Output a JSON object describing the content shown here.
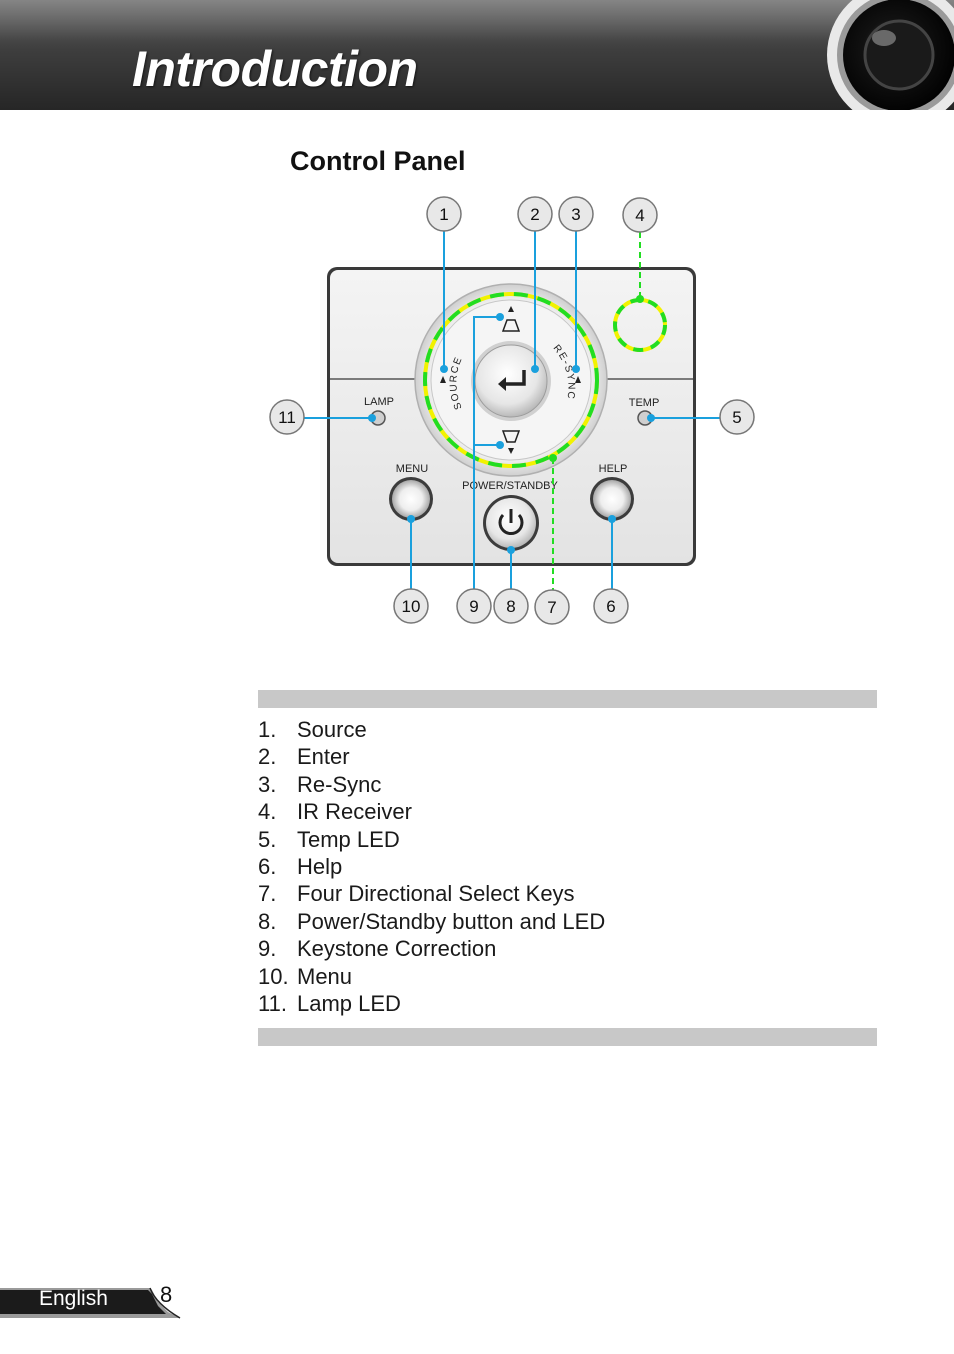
{
  "header": {
    "title": "Introduction"
  },
  "section": {
    "title": "Control Panel"
  },
  "panel": {
    "labels": {
      "lamp": "LAMP",
      "temp": "TEMP",
      "menu": "MENU",
      "help": "HELP",
      "power": "POWER/STANDBY",
      "source": "SOURCE",
      "resync": "RE-SYNC"
    },
    "callouts": [
      "1",
      "2",
      "3",
      "4",
      "5",
      "6",
      "7",
      "8",
      "9",
      "10",
      "11"
    ]
  },
  "legend": {
    "items": [
      {
        "num": "1.",
        "text": "Source"
      },
      {
        "num": "2.",
        "text": "Enter"
      },
      {
        "num": "3.",
        "text": "Re-Sync"
      },
      {
        "num": "4.",
        "text": "IR Receiver"
      },
      {
        "num": "5.",
        "text": "Temp LED"
      },
      {
        "num": "6.",
        "text": "Help"
      },
      {
        "num": "7.",
        "text": "Four Directional Select Keys"
      },
      {
        "num": "8.",
        "text": "Power/Standby button and LED"
      },
      {
        "num": "9.",
        "text": "Keystone Correction"
      },
      {
        "num": "10.",
        "text": "Menu"
      },
      {
        "num": "11.",
        "text": "Lamp LED"
      }
    ]
  },
  "footer": {
    "language": "English",
    "page": "8"
  },
  "colors": {
    "callout_line": "#1aa0dd",
    "highlight_green": "#22dd22",
    "highlight_yellow": "#f2f200"
  }
}
